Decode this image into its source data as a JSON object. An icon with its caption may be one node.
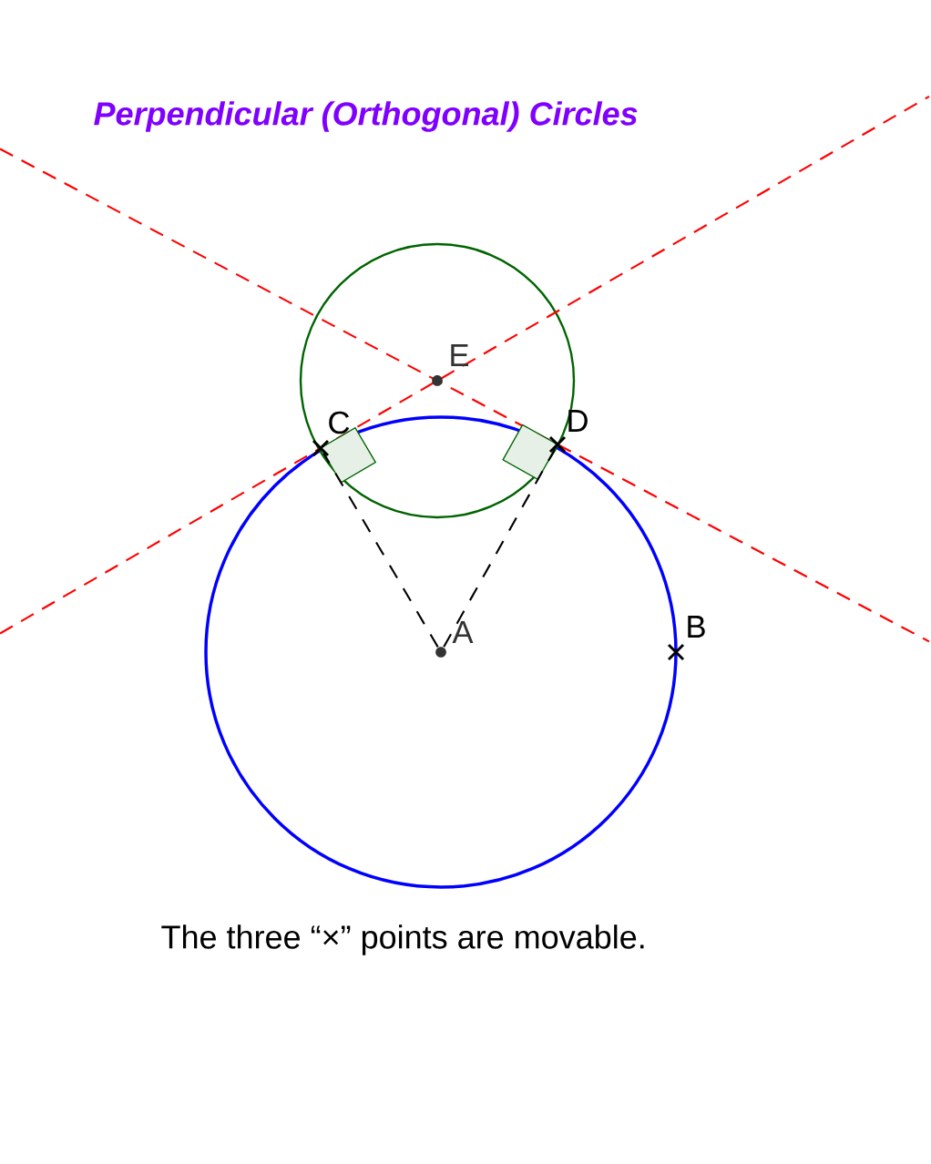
{
  "diagram": {
    "title": "Perpendicular (Orthogonal) Circles",
    "caption": "The three “×” points are movable.",
    "nodes": [
      {
        "text": [
          "E"
        ]
      },
      {
        "text": [
          "C"
        ]
      },
      {
        "text": [
          "D"
        ]
      },
      {
        "text": [
          "A"
        ]
      },
      {
        "text": [
          "B"
        ]
      }
    ],
    "edges": [
      {
        "from": 3,
        "to": 1,
        "arrow": "none",
        "style": "dashed"
      },
      {
        "from": 3,
        "to": 2,
        "arrow": "none",
        "style": "dashed"
      }
    ]
  }
}
